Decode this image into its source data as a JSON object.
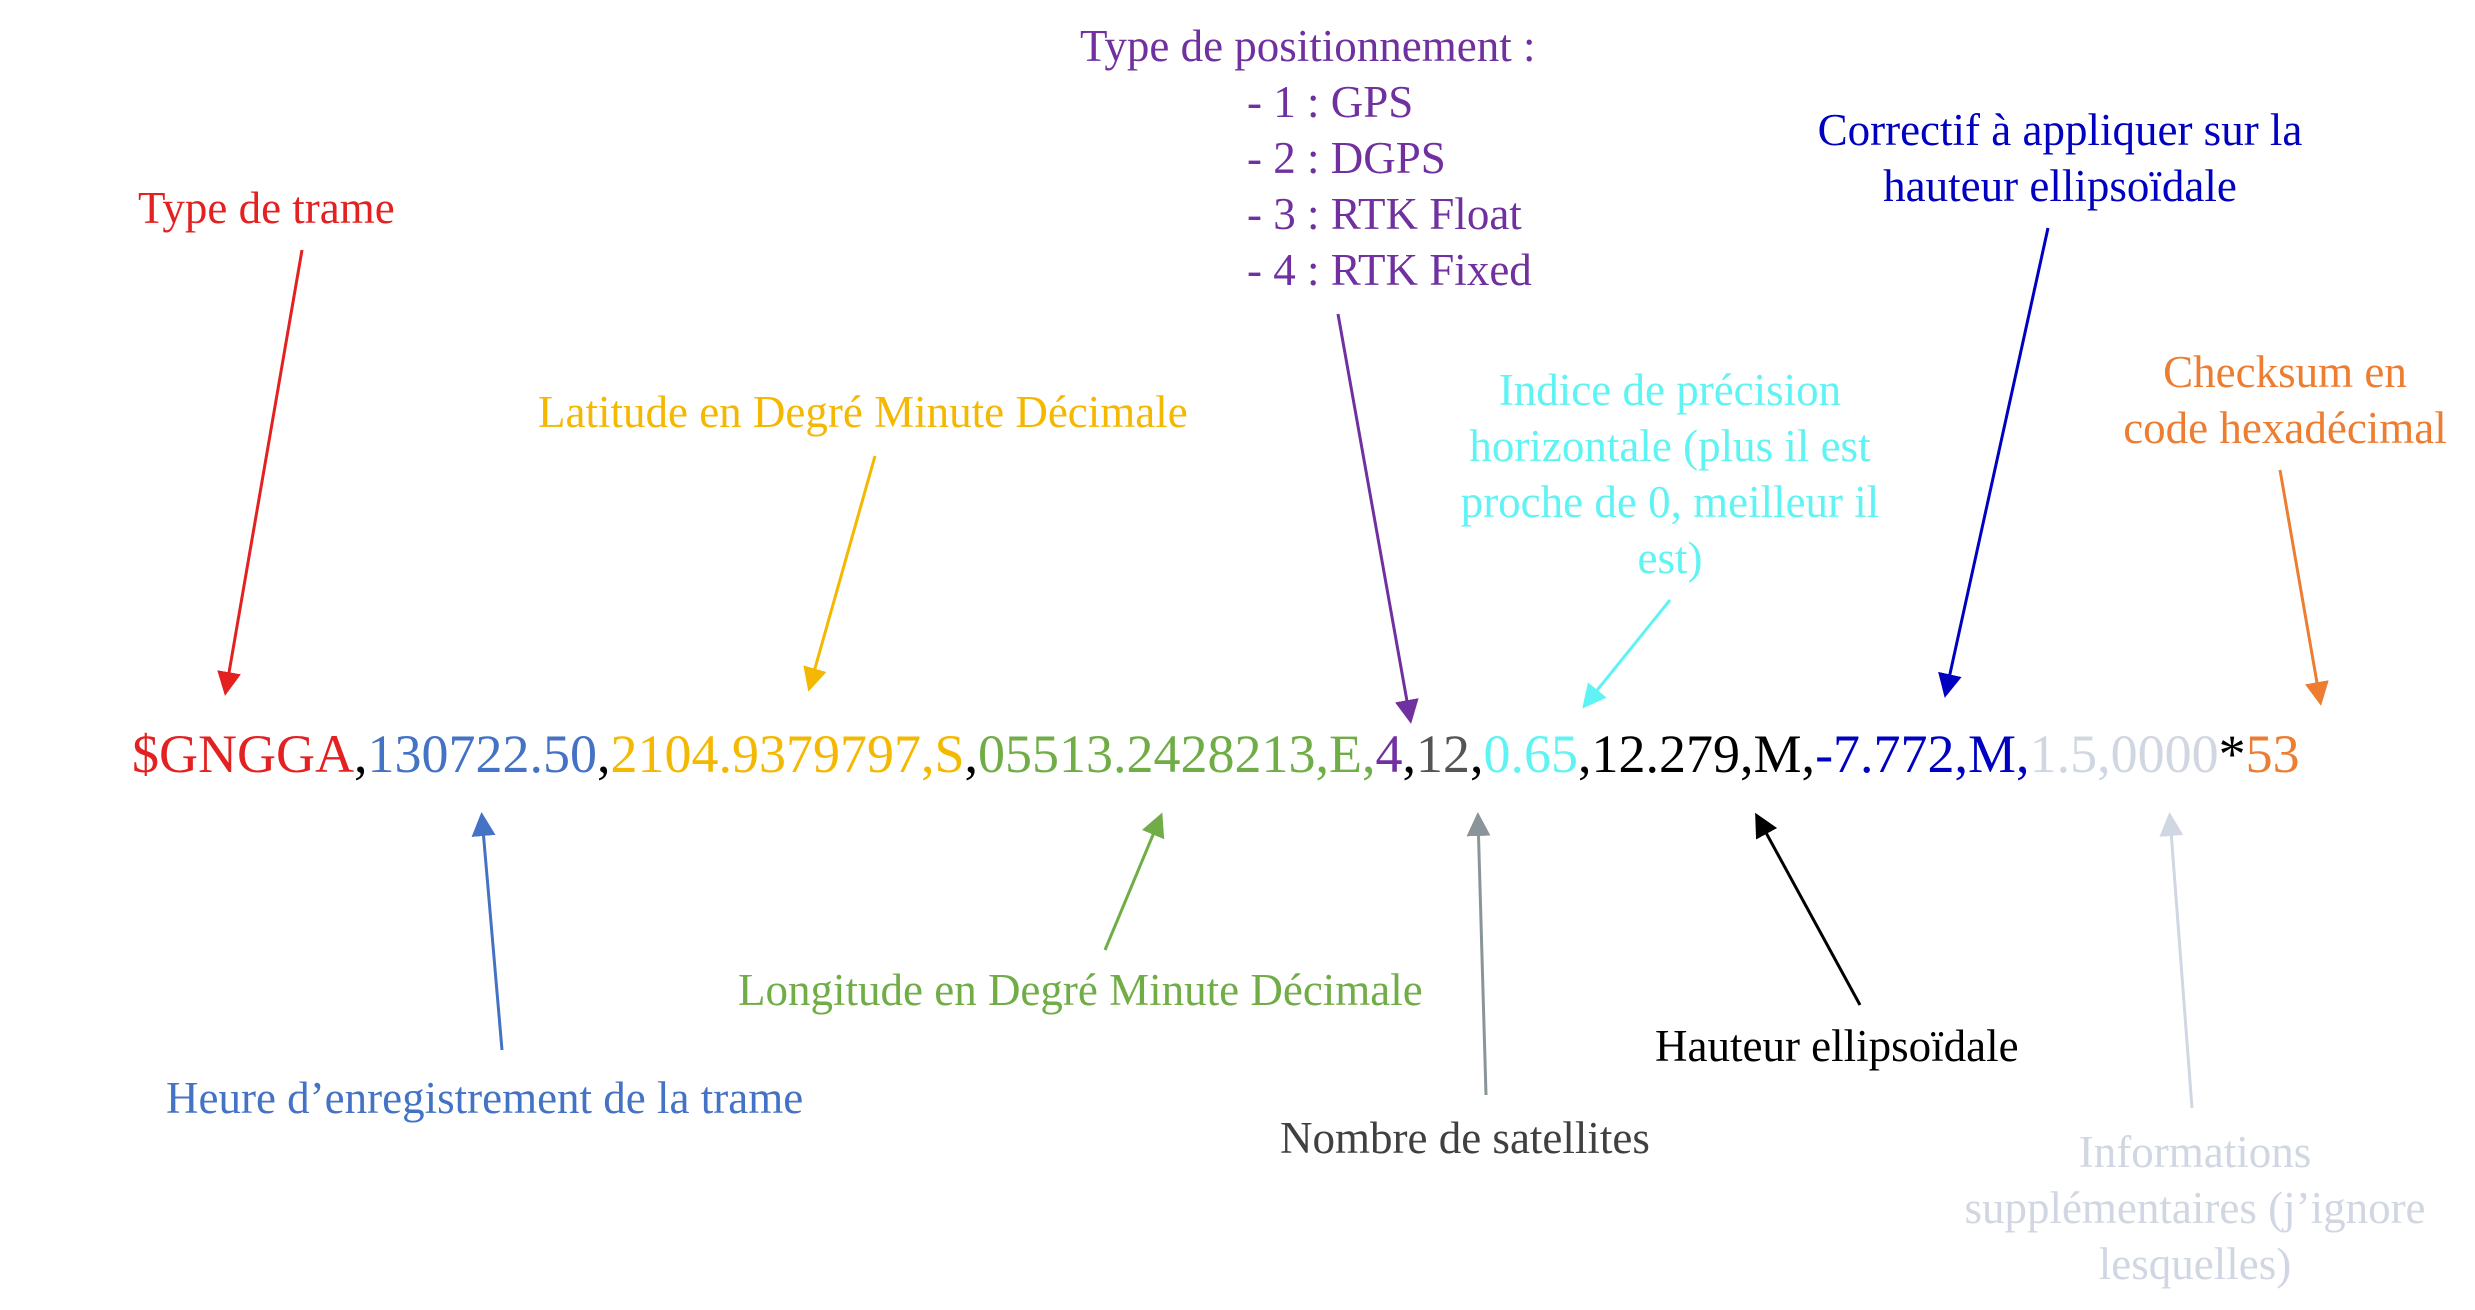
{
  "colors": {
    "red": "#e32121",
    "blue": "#4472c4",
    "yellow": "#f5b800",
    "green": "#70ad47",
    "purple": "#7030a0",
    "gray": "#7f7f7f",
    "cyan": "#5ff3f3",
    "black": "#000000",
    "navy": "#0000c0",
    "lightgray": "#d0d7e2",
    "orange": "#ed7d31"
  },
  "sentence": {
    "type": "$GNGGA",
    "c1": ",",
    "time": "130722.50",
    "c2": ",",
    "lat": "2104.9379797,S",
    "c3": ",",
    "lon": "05513.2428213,E,",
    "fix": "4",
    "c4": ",",
    "sats": "12",
    "c5": ",",
    "hdop": "0.65",
    "c6": ",",
    "alt": "12.279,M,",
    "geoid": "-7.772,M,",
    "extra": "1.5,0000",
    "star": "*",
    "checksum": "53"
  },
  "labels": {
    "type_trame": "Type de trame",
    "heure": "Heure d’enregistrement de la trame",
    "latitude": "Latitude en Degré Minute Décimale",
    "longitude": "Longitude en Degré Minute Décimale",
    "positionnement": {
      "title": "Type de positionnement :",
      "items": [
        "- 1 : GPS",
        "- 2 : DGPS",
        "- 3 : RTK Float",
        "- 4 : RTK Fixed"
      ]
    },
    "satellites": "Nombre de satellites",
    "hdop": [
      "Indice de précision",
      "horizontale (plus il est",
      "proche de 0, meilleur il",
      "est)"
    ],
    "hauteur": "Hauteur ellipsoïdale",
    "correctif": [
      "Correctif à appliquer sur la",
      "hauteur ellipsoïdale"
    ],
    "informations": [
      "Informations",
      "supplémentaires (j’ignore",
      "lesquelles)"
    ],
    "checksum": [
      "Checksum en",
      "code hexadécimal"
    ]
  }
}
